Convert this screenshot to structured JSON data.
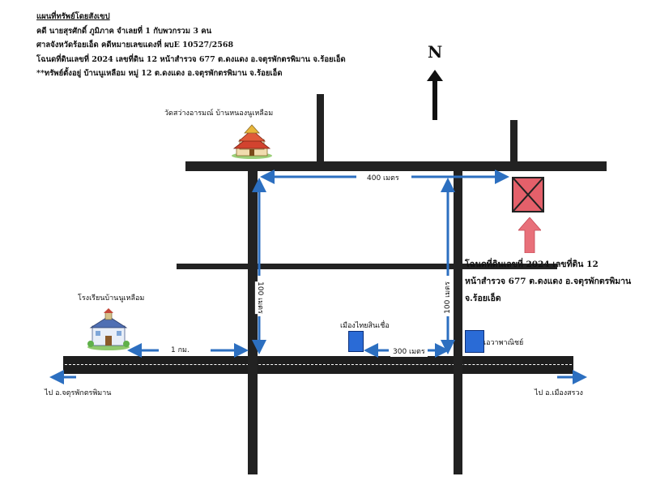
{
  "header": {
    "title": "แผนที่ทรัพย์โดยสังเขป",
    "lines": [
      "คดี นายสุรศักดิ์ ภูมิภาค  จำเลยที่ 1  กับพวกรวม 3 คน",
      "ศาลจังหวัดร้อยเอ็ด  คดีหมายเลขแดงที่  ผบE 10527/2568",
      "โฉนดที่ดินเลขที่ 2024  เลขที่ดิน 12  หน้าสำรวจ  677  ต.ดงแดง  อ.จตุรพักตรพิมาน  จ.ร้อยเอ็ด",
      "**ทรัพย์ตั้งอยู่ บ้านนูเหลือม    หมู่ 12  ต.ดงแดง  อ.จตุรพักตรพิมาน  จ.ร้อยเอ็ด"
    ]
  },
  "compass": {
    "label": "N"
  },
  "landmarks": {
    "temple": "วัดสว่างอารมณ์ บ้านหนองนูเหลือม",
    "school": "โรงเรียนบ้านนูเหลือม",
    "shop_left": "เมืองไทยสินเชื่อ",
    "shop_right": "เอวาพาณิชย์"
  },
  "distances": {
    "top": "400 เมตร",
    "left_vertical": "100 เมตร",
    "right_vertical": "100 เมตร",
    "bottom": "300 เมตร",
    "school": "1 กม."
  },
  "directions": {
    "left": "ไป อ.จตุรพักตรพิมาน",
    "right": "ไป อ.เมืองสรวง"
  },
  "plot_note": {
    "lines": [
      "โฉนดที่ดินเลขที่ 2024  เลขที่ดิน 12",
      "หน้าสำรวจ 677  ต.ดงแดง  อ.จตุรพักตรพิมาน",
      "จ.ร้อยเอ็ด"
    ]
  },
  "colors": {
    "road": "#222222",
    "arrow_blue": "#2c6fc0",
    "target_fill": "#e4606a",
    "shop_blue": "#2a6bd6",
    "pointer_pink": "#e8707a"
  }
}
